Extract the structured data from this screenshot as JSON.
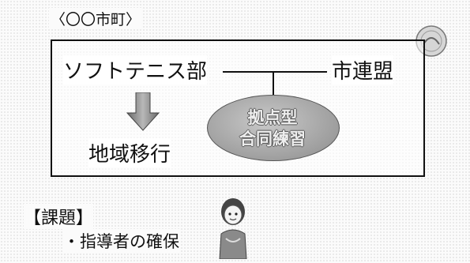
{
  "caption": "〈〇〇市町〉",
  "diagram": {
    "club": "ソフトテニス部",
    "federation": "市連盟",
    "joint_practice": [
      "拠点型",
      "合同練習"
    ],
    "transition": "地域移行"
  },
  "issues": {
    "heading": "【課題】",
    "items": [
      "・指導者の確保"
    ]
  },
  "icons": [
    "badge-icon",
    "down-arrow-icon",
    "person-icon"
  ]
}
